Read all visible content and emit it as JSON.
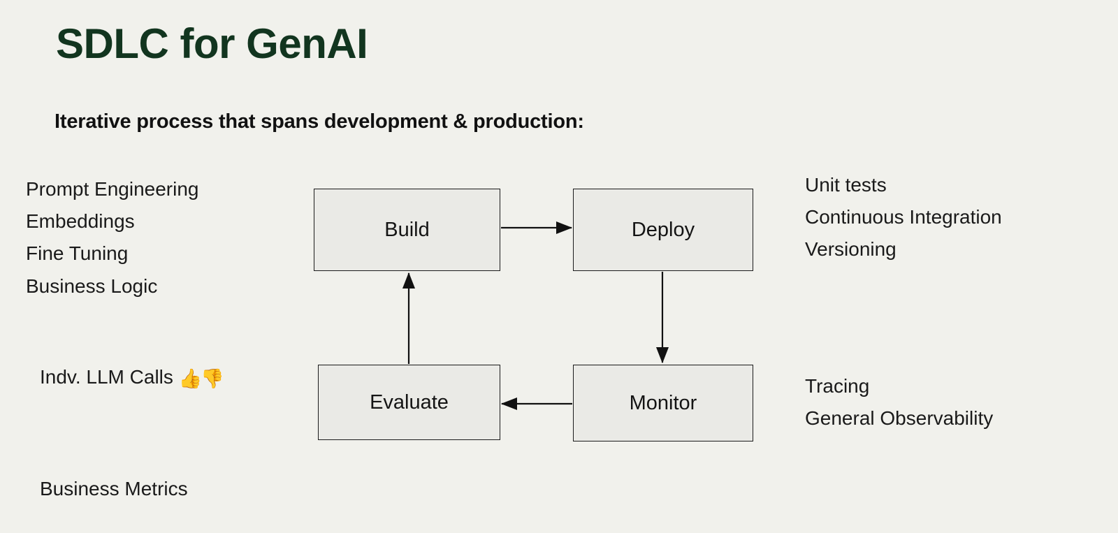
{
  "slide": {
    "title": "SDLC for GenAI",
    "subtitle": "Iterative process that spans development & production:",
    "background_color": "#f1f1ec",
    "title_color": "#12351f"
  },
  "annotations": {
    "left_top": {
      "lines": [
        "Prompt Engineering",
        "Embeddings",
        "Fine Tuning",
        "Business Logic"
      ]
    },
    "right_top": {
      "lines": [
        "Unit tests",
        "Continuous Integration",
        "Versioning"
      ]
    },
    "right_bottom": {
      "lines": [
        "Tracing",
        "General Observability"
      ]
    },
    "left_bottom": {
      "llm_calls_label": "Indv. LLM Calls",
      "thumbs_up": "👍",
      "thumbs_down": "👎",
      "business_metrics_label": "Business Metrics"
    }
  },
  "diagram": {
    "node_fill": "#eaeae6",
    "node_border": "#1b1b1b",
    "nodes": [
      {
        "id": "build",
        "label": "Build"
      },
      {
        "id": "deploy",
        "label": "Deploy"
      },
      {
        "id": "evaluate",
        "label": "Evaluate"
      },
      {
        "id": "monitor",
        "label": "Monitor"
      }
    ],
    "edges": [
      {
        "from": "build",
        "to": "deploy",
        "direction": "right"
      },
      {
        "from": "deploy",
        "to": "monitor",
        "direction": "down"
      },
      {
        "from": "monitor",
        "to": "evaluate",
        "direction": "left"
      },
      {
        "from": "evaluate",
        "to": "build",
        "direction": "up"
      }
    ]
  }
}
